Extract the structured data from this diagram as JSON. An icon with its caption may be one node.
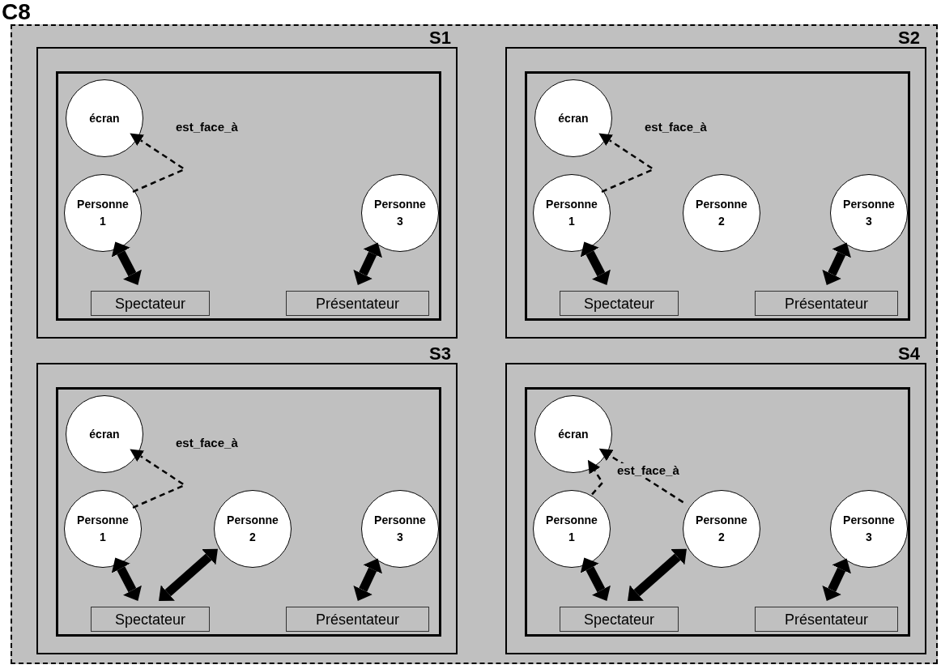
{
  "diagram": {
    "nodes": [
      {
        "text": [
          "C8"
        ]
      },
      {
        "text": [
          "S1"
        ],
        "in": 0
      },
      {
        "text": [],
        "shape": "box",
        "in": 1
      },
      {
        "text": [
          "écran"
        ],
        "in": 2
      },
      {
        "text": [
          "Personne 1"
        ],
        "in": 2
      },
      {
        "text": [
          "Personne 3"
        ],
        "in": 2
      },
      {
        "text": [
          "Spectateur"
        ],
        "in": 2
      },
      {
        "text": [
          "Présentateur"
        ],
        "in": 2
      },
      {
        "text": [
          "S2"
        ],
        "in": 0
      },
      {
        "text": [],
        "shape": "box",
        "in": 8
      },
      {
        "text": [
          "écran"
        ],
        "in": 9
      },
      {
        "text": [
          "Personne 1"
        ],
        "in": 9
      },
      {
        "text": [
          "Personne 2"
        ],
        "in": 9
      },
      {
        "text": [
          "Personne 3"
        ],
        "in": 9
      },
      {
        "text": [
          "Spectateur"
        ],
        "in": 9
      },
      {
        "text": [
          "Présentateur"
        ],
        "in": 9
      },
      {
        "text": [
          "S3"
        ],
        "in": 0
      },
      {
        "text": [],
        "shape": "box",
        "in": 16
      },
      {
        "text": [
          "écran"
        ],
        "in": 17
      },
      {
        "text": [
          "Personne 1"
        ],
        "in": 17
      },
      {
        "text": [
          "Personne 2"
        ],
        "in": 17
      },
      {
        "text": [
          "Personne 3"
        ],
        "in": 17
      },
      {
        "text": [
          "Spectateur"
        ],
        "in": 17
      },
      {
        "text": [
          "Présentateur"
        ],
        "in": 17
      },
      {
        "text": [
          "S4"
        ],
        "in": 0
      },
      {
        "text": [],
        "shape": "box",
        "in": 24
      },
      {
        "text": [
          "écran"
        ],
        "in": 25
      },
      {
        "text": [
          "Personne 1"
        ],
        "in": 25
      },
      {
        "text": [
          "Personne 2"
        ],
        "in": 25
      },
      {
        "text": [
          "Personne 3"
        ],
        "in": 25
      },
      {
        "text": [
          "Spectateur"
        ],
        "in": 25
      },
      {
        "text": [
          "Présentateur"
        ],
        "in": 25
      }
    ],
    "edges": [
      {
        "from": 4,
        "to": 3,
        "arrow": "to",
        "style": "dashed",
        "label": "est_face_à"
      },
      {
        "from": 4,
        "to": 6,
        "arrow": "both"
      },
      {
        "from": 5,
        "to": 7,
        "arrow": "both"
      },
      {
        "from": 11,
        "to": 10,
        "arrow": "to",
        "style": "dashed",
        "label": "est_face_à"
      },
      {
        "from": 11,
        "to": 14,
        "arrow": "both"
      },
      {
        "from": 13,
        "to": 15,
        "arrow": "both"
      },
      {
        "from": 19,
        "to": 18,
        "arrow": "to",
        "style": "dashed",
        "label": "est_face_à"
      },
      {
        "from": 19,
        "to": 22,
        "arrow": "both"
      },
      {
        "from": 20,
        "to": 22,
        "arrow": "both"
      },
      {
        "from": 21,
        "to": 23,
        "arrow": "both"
      },
      {
        "from": 27,
        "to": 26,
        "arrow": "to",
        "style": "dashed"
      },
      {
        "from": 28,
        "to": 26,
        "arrow": "to",
        "style": "dashed",
        "label": "est_face_à"
      },
      {
        "from": 27,
        "to": 30,
        "arrow": "both"
      },
      {
        "from": 28,
        "to": 30,
        "arrow": "both"
      },
      {
        "from": 29,
        "to": 31,
        "arrow": "both"
      }
    ]
  }
}
